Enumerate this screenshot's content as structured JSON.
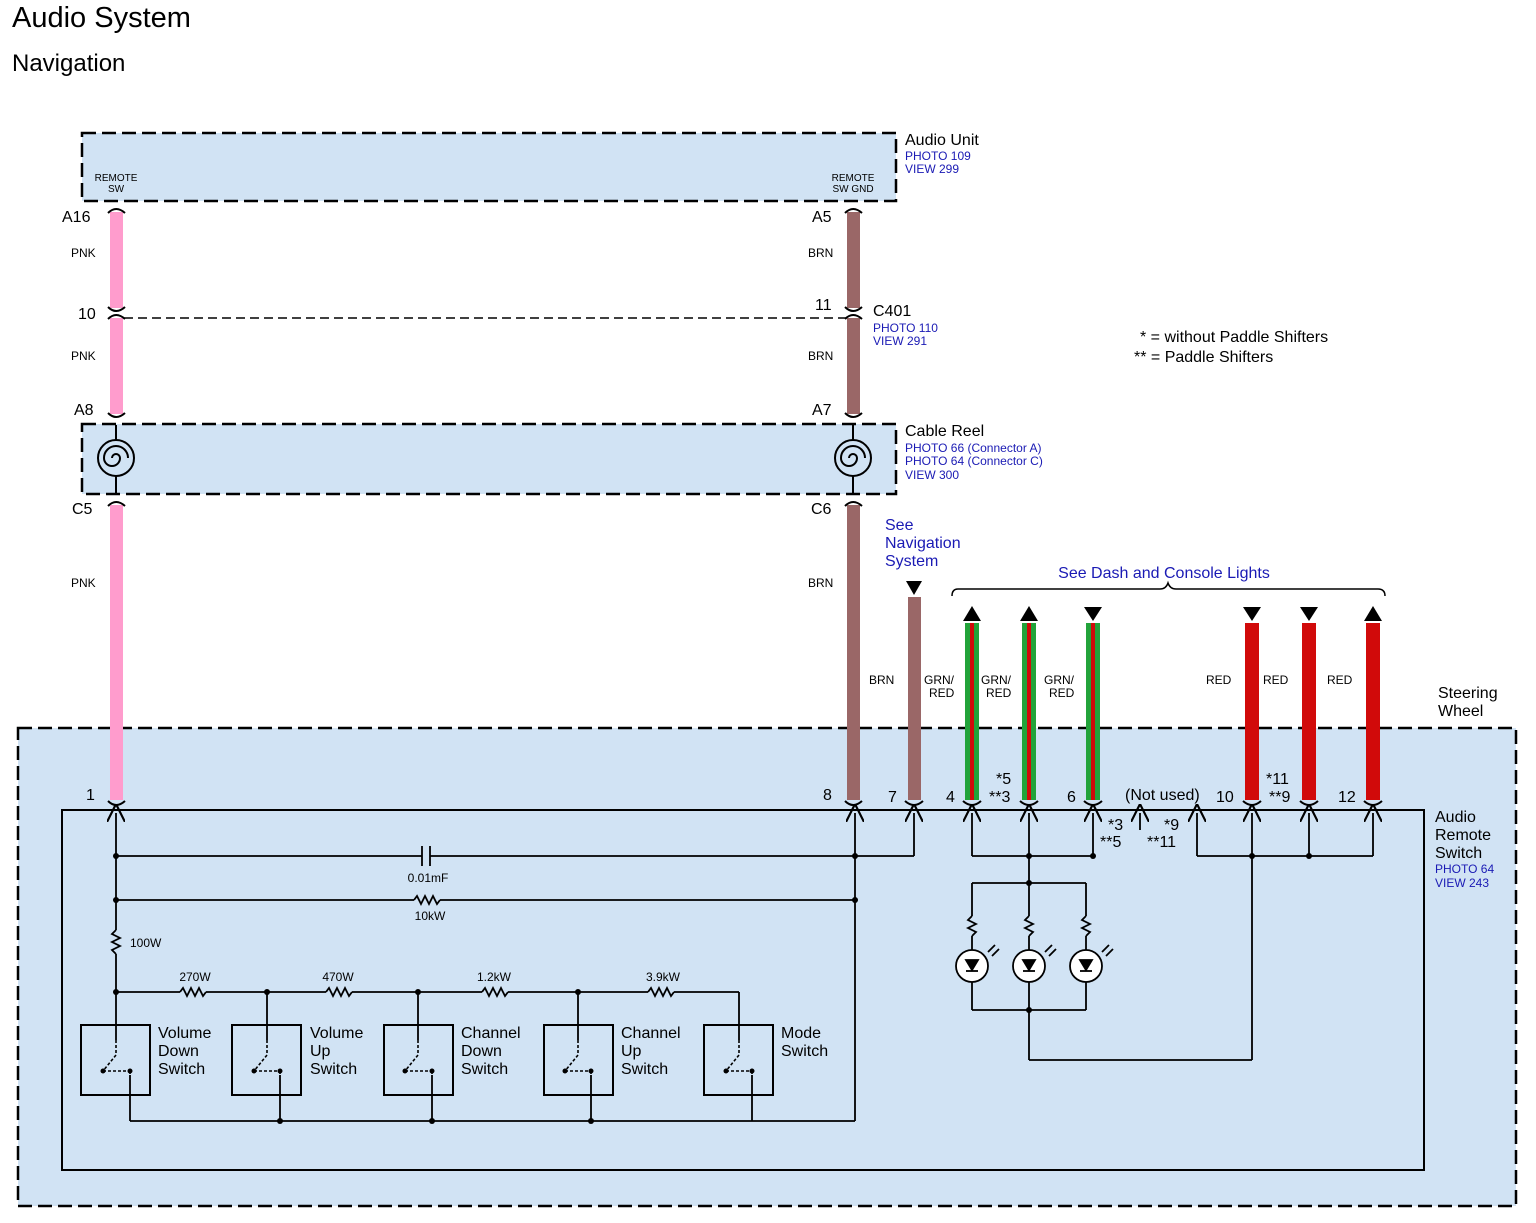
{
  "header": {
    "title": "Audio System",
    "subtitle": "Navigation"
  },
  "colors": {
    "panel_fill": "#d1e3f4",
    "pink": "#ff9ccd",
    "brown": "#9a6767",
    "green": "#22a33a",
    "red": "#d10a0a",
    "blue_text": "#1a1ab4"
  },
  "audio_unit": {
    "name": "Audio Unit",
    "photo": "PHOTO 109",
    "view": "VIEW 299",
    "pin_left_label_1": "REMOTE",
    "pin_left_label_2": "SW",
    "pin_right_label_1": "REMOTE",
    "pin_right_label_2": "SW GND"
  },
  "connector_c401": {
    "name": "C401",
    "photo": "PHOTO 110",
    "view": "VIEW 291"
  },
  "cable_reel": {
    "name": "Cable Reel",
    "photo_a": "PHOTO 66 (Connector A)",
    "photo_c": "PHOTO 64 (Connector C)",
    "view": "VIEW 300"
  },
  "legend": {
    "line1": "* = without Paddle Shifters",
    "line2": "** = Paddle Shifters"
  },
  "steering_wheel": {
    "line1": "Steering",
    "line2": "Wheel"
  },
  "remote_switch": {
    "line1": "Audio",
    "line2": "Remote",
    "line3": "Switch",
    "photo": "PHOTO 64",
    "view": "VIEW 243"
  },
  "references": {
    "nav_line1": "See",
    "nav_line2": "Navigation",
    "nav_line3": "System",
    "dash": "See Dash and Console Lights"
  },
  "pins": {
    "a16": "A16",
    "a5": "A5",
    "p10": "10",
    "p11": "11",
    "a8": "A8",
    "a7": "A7",
    "c5": "C5",
    "c6": "C6",
    "sw1": "1",
    "sw8": "8",
    "sw7": "7",
    "sw4": "4",
    "sw6": "6",
    "sw10": "10",
    "sw12": "12",
    "star5": "*5",
    "dstar3": "**3",
    "star3": "*3",
    "dstar5": "**5",
    "star9": "*9",
    "dstar11": "**11",
    "star11": "*11",
    "dstar9": "**9",
    "not_used": "(Not used)"
  },
  "wires": {
    "pnk": "PNK",
    "brn": "BRN",
    "grn": "GRN/",
    "red_sub": "RED",
    "red": "RED"
  },
  "components": {
    "capacitor": "0.01mF",
    "r_10k": "10kW",
    "r_100": "100W",
    "r_270": "270W",
    "r_470": "470W",
    "r_1_2k": "1.2kW",
    "r_3_9k": "3.9kW"
  },
  "switches": [
    {
      "l1": "Volume",
      "l2": "Down",
      "l3": "Switch"
    },
    {
      "l1": "Volume",
      "l2": "Up",
      "l3": "Switch"
    },
    {
      "l1": "Channel",
      "l2": "Down",
      "l3": "Switch"
    },
    {
      "l1": "Channel",
      "l2": "Up",
      "l3": "Switch"
    },
    {
      "l1": "Mode",
      "l2": "Switch",
      "l3": ""
    }
  ]
}
